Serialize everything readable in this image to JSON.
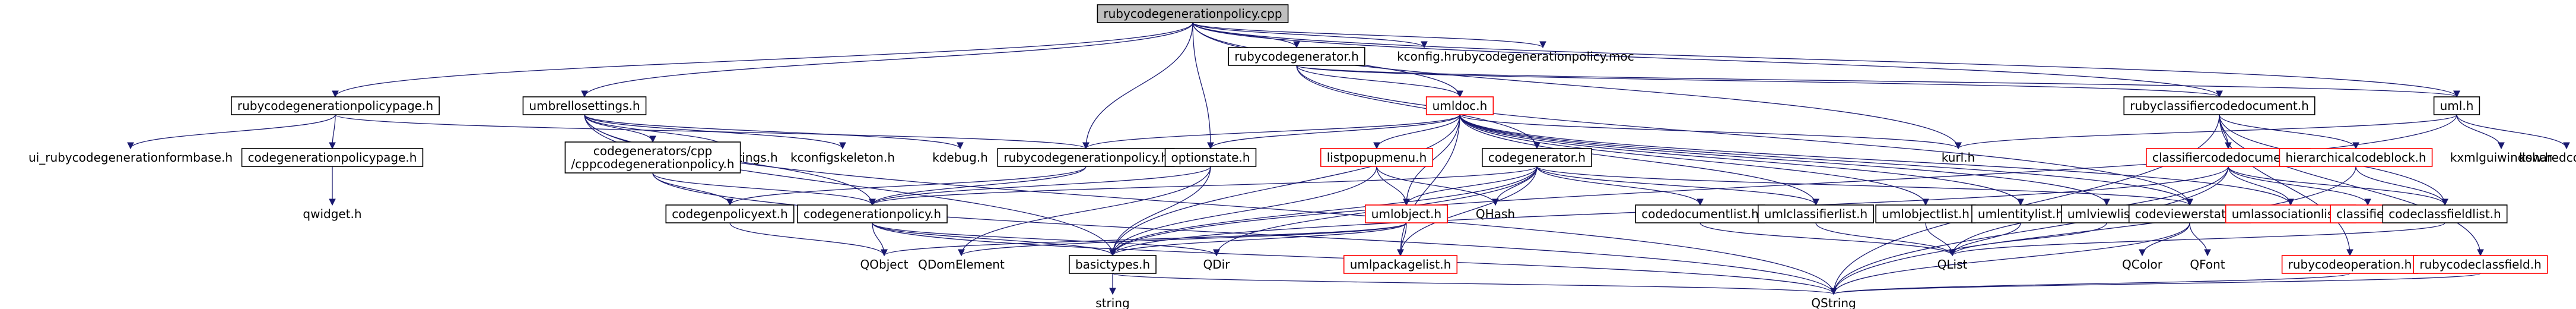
{
  "colors": {
    "edge": "#191970",
    "boxed_border": "#000000",
    "root_fill": "#bfbfbf",
    "red_border": "#ff0000",
    "red_text": "#ff0000",
    "text": "#000000",
    "background": "#ffffff"
  },
  "nodes": [
    {
      "id": "n0",
      "label": "rubycodegenerationpolicy.cpp",
      "style": "root"
    },
    {
      "id": "n1",
      "label": "rubycodegenerator.h",
      "style": "box"
    },
    {
      "id": "n2",
      "label": "kconfig.h",
      "style": "plain"
    },
    {
      "id": "n3",
      "label": "rubycodegenerationpolicy.moc",
      "style": "plain"
    },
    {
      "id": "n4",
      "label": "rubycodegenerationpolicypage.h",
      "style": "box"
    },
    {
      "id": "n5",
      "label": "umbrellosettings.h",
      "style": "box"
    },
    {
      "id": "n6",
      "label": "umldoc.h",
      "style": "red"
    },
    {
      "id": "n7",
      "label": "rubyclassifiercodedocument.h",
      "style": "box"
    },
    {
      "id": "n8",
      "label": "uml.h",
      "style": "box"
    },
    {
      "id": "n9",
      "label": "ui_rubycodegenerationformbase.h",
      "style": "plain"
    },
    {
      "id": "n10",
      "label": "codegenerationpolicypage.h",
      "style": "box"
    },
    {
      "id": "n11",
      "label": "kglobalsettings.h",
      "style": "plain"
    },
    {
      "id": "n12",
      "label": "kconfigskeleton.h",
      "style": "plain"
    },
    {
      "id": "n13",
      "label": "kdebug.h",
      "style": "plain"
    },
    {
      "id": "n14",
      "label": "codegenerators/cpp\n/cppcodegenerationpolicy.h",
      "style": "box"
    },
    {
      "id": "n15",
      "label": "rubycodegenerationpolicy.h",
      "style": "box"
    },
    {
      "id": "n16",
      "label": "optionstate.h",
      "style": "box"
    },
    {
      "id": "n17",
      "label": "listpopupmenu.h",
      "style": "red"
    },
    {
      "id": "n18",
      "label": "codegenerator.h",
      "style": "box"
    },
    {
      "id": "n19",
      "label": "kurl.h",
      "style": "plain"
    },
    {
      "id": "n20",
      "label": "classifiercodedocument.h",
      "style": "red"
    },
    {
      "id": "n21",
      "label": "hierarchicalcodeblock.h",
      "style": "red"
    },
    {
      "id": "n22",
      "label": "kxmlguiwindow.h",
      "style": "plain"
    },
    {
      "id": "n23",
      "label": "ksharedconfig.h",
      "style": "plain"
    },
    {
      "id": "n24",
      "label": "qwidget.h",
      "style": "plain"
    },
    {
      "id": "n25",
      "label": "codegenpolicyext.h",
      "style": "box"
    },
    {
      "id": "n26",
      "label": "codegenerationpolicy.h",
      "style": "box"
    },
    {
      "id": "n27",
      "label": "umlobject.h",
      "style": "red"
    },
    {
      "id": "n28",
      "label": "QHash",
      "style": "plain"
    },
    {
      "id": "n29",
      "label": "codedocumentlist.h",
      "style": "box"
    },
    {
      "id": "n30",
      "label": "umlclassifierlist.h",
      "style": "box"
    },
    {
      "id": "n31",
      "label": "umlobjectlist.h",
      "style": "box"
    },
    {
      "id": "n32",
      "label": "umlentitylist.h",
      "style": "box"
    },
    {
      "id": "n33",
      "label": "umlviewlist.h",
      "style": "box"
    },
    {
      "id": "n34",
      "label": "codeviewerstate.h",
      "style": "box"
    },
    {
      "id": "n35",
      "label": "umlassociationlist.h",
      "style": "red"
    },
    {
      "id": "n36",
      "label": "classifier.h",
      "style": "red"
    },
    {
      "id": "n37",
      "label": "codeclassfieldlist.h",
      "style": "box"
    },
    {
      "id": "n38",
      "label": "QObject",
      "style": "plain"
    },
    {
      "id": "n39",
      "label": "QDomElement",
      "style": "plain"
    },
    {
      "id": "n40",
      "label": "basictypes.h",
      "style": "box"
    },
    {
      "id": "n41",
      "label": "QDir",
      "style": "plain"
    },
    {
      "id": "n42",
      "label": "umlpackagelist.h",
      "style": "red"
    },
    {
      "id": "n43",
      "label": "QList",
      "style": "plain"
    },
    {
      "id": "n44",
      "label": "QColor",
      "style": "plain"
    },
    {
      "id": "n45",
      "label": "QFont",
      "style": "plain"
    },
    {
      "id": "n46",
      "label": "rubycodeoperation.h",
      "style": "red"
    },
    {
      "id": "n47",
      "label": "rubycodeclassfield.h",
      "style": "red"
    },
    {
      "id": "n48",
      "label": "string",
      "style": "plain"
    },
    {
      "id": "n49",
      "label": "QString",
      "style": "plain"
    }
  ],
  "edges": [
    [
      "n0",
      "n1"
    ],
    [
      "n0",
      "n2"
    ],
    [
      "n0",
      "n3"
    ],
    [
      "n0",
      "n4"
    ],
    [
      "n0",
      "n5"
    ],
    [
      "n0",
      "n15"
    ],
    [
      "n0",
      "n16"
    ],
    [
      "n0",
      "n6"
    ],
    [
      "n0",
      "n7"
    ],
    [
      "n0",
      "n8"
    ],
    [
      "n0",
      "n19"
    ],
    [
      "n4",
      "n9"
    ],
    [
      "n4",
      "n10"
    ],
    [
      "n4",
      "n15"
    ],
    [
      "n10",
      "n24"
    ],
    [
      "n5",
      "n11"
    ],
    [
      "n5",
      "n12"
    ],
    [
      "n5",
      "n13"
    ],
    [
      "n5",
      "n14"
    ],
    [
      "n5",
      "n26"
    ],
    [
      "n5",
      "n40"
    ],
    [
      "n5",
      "n49"
    ],
    [
      "n14",
      "n25"
    ],
    [
      "n14",
      "n26"
    ],
    [
      "n14",
      "n49"
    ],
    [
      "n15",
      "n25"
    ],
    [
      "n15",
      "n26"
    ],
    [
      "n16",
      "n26"
    ],
    [
      "n16",
      "n39"
    ],
    [
      "n16",
      "n40"
    ],
    [
      "n25",
      "n38"
    ],
    [
      "n26",
      "n38"
    ],
    [
      "n26",
      "n40"
    ],
    [
      "n26",
      "n41"
    ],
    [
      "n26",
      "n49"
    ],
    [
      "n1",
      "n6"
    ],
    [
      "n1",
      "n18"
    ],
    [
      "n1",
      "n8"
    ],
    [
      "n1",
      "n7"
    ],
    [
      "n1",
      "n34"
    ],
    [
      "n6",
      "n15"
    ],
    [
      "n6",
      "n16"
    ],
    [
      "n6",
      "n17"
    ],
    [
      "n6",
      "n27"
    ],
    [
      "n6",
      "n30"
    ],
    [
      "n6",
      "n31"
    ],
    [
      "n6",
      "n32"
    ],
    [
      "n6",
      "n33"
    ],
    [
      "n6",
      "n34"
    ],
    [
      "n6",
      "n35"
    ],
    [
      "n6",
      "n19"
    ],
    [
      "n6",
      "n40"
    ],
    [
      "n6",
      "n42"
    ],
    [
      "n17",
      "n27"
    ],
    [
      "n17",
      "n28"
    ],
    [
      "n17",
      "n40"
    ],
    [
      "n27",
      "n38"
    ],
    [
      "n27",
      "n39"
    ],
    [
      "n27",
      "n40"
    ],
    [
      "n27",
      "n42"
    ],
    [
      "n18",
      "n26"
    ],
    [
      "n18",
      "n27"
    ],
    [
      "n18",
      "n28"
    ],
    [
      "n18",
      "n29"
    ],
    [
      "n18",
      "n30"
    ],
    [
      "n18",
      "n34"
    ],
    [
      "n18",
      "n40"
    ],
    [
      "n18",
      "n41"
    ],
    [
      "n18",
      "n42"
    ],
    [
      "n29",
      "n43"
    ],
    [
      "n30",
      "n43"
    ],
    [
      "n31",
      "n43"
    ],
    [
      "n32",
      "n43"
    ],
    [
      "n33",
      "n43"
    ],
    [
      "n34",
      "n44"
    ],
    [
      "n34",
      "n45"
    ],
    [
      "n34",
      "n49"
    ],
    [
      "n7",
      "n20"
    ],
    [
      "n7",
      "n21"
    ],
    [
      "n7",
      "n37"
    ],
    [
      "n7",
      "n46"
    ],
    [
      "n7",
      "n47"
    ],
    [
      "n7",
      "n49"
    ],
    [
      "n20",
      "n35"
    ],
    [
      "n20",
      "n36"
    ],
    [
      "n20",
      "n37"
    ],
    [
      "n20",
      "n40"
    ],
    [
      "n20",
      "n43"
    ],
    [
      "n20",
      "n49"
    ],
    [
      "n21",
      "n37"
    ],
    [
      "n21",
      "n49"
    ],
    [
      "n37",
      "n43"
    ],
    [
      "n8",
      "n19"
    ],
    [
      "n8",
      "n22"
    ],
    [
      "n8",
      "n23"
    ],
    [
      "n8",
      "n40"
    ],
    [
      "n40",
      "n48"
    ],
    [
      "n40",
      "n49"
    ],
    [
      "n46",
      "n49"
    ],
    [
      "n47",
      "n49"
    ]
  ]
}
